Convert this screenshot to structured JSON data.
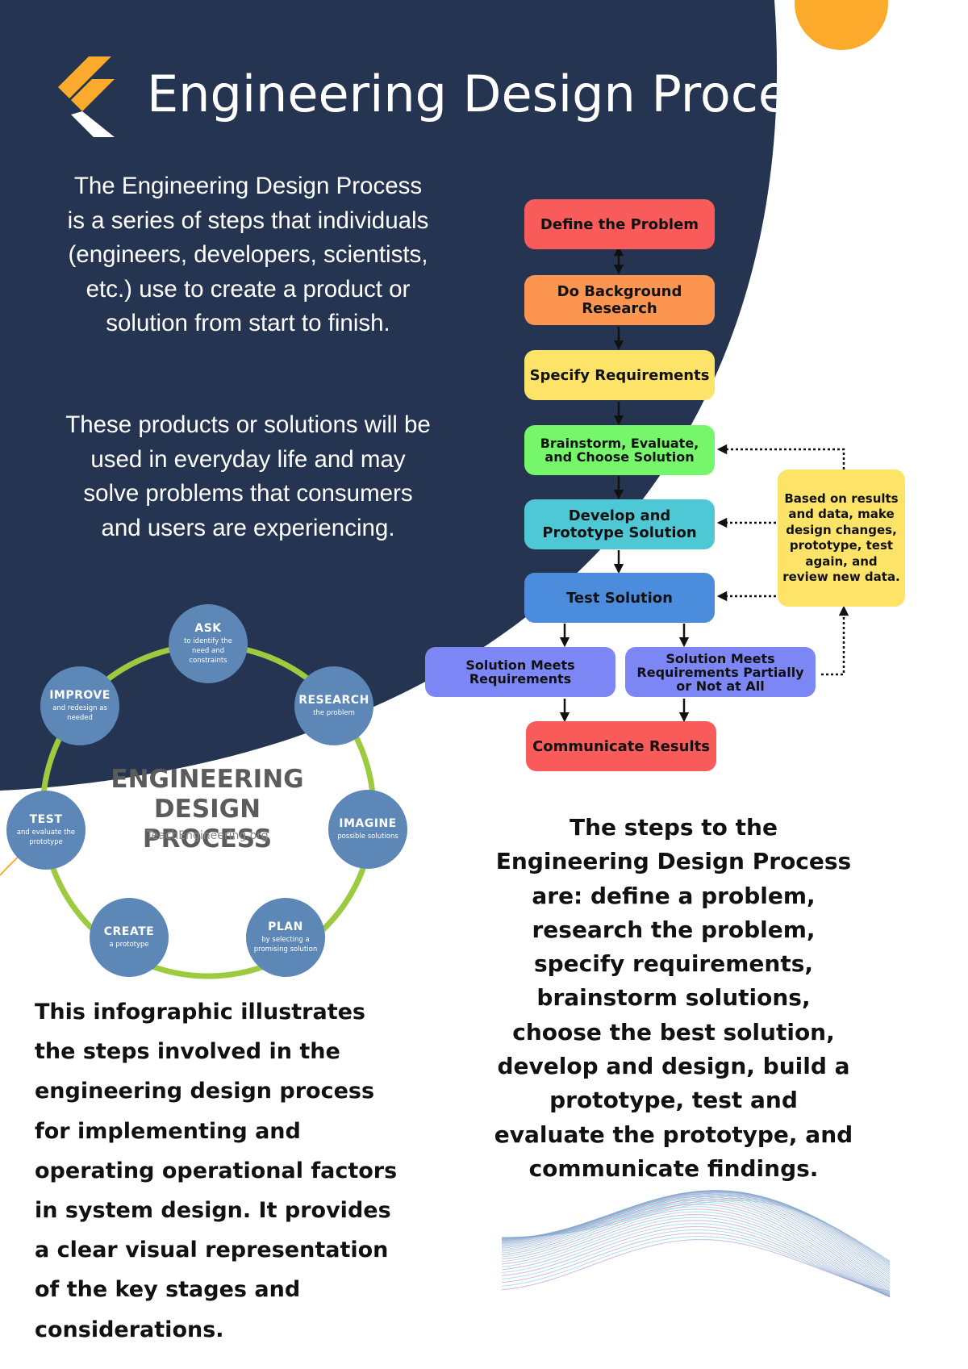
{
  "header": {
    "title": "Engineering Design Process"
  },
  "intro": {
    "paragraph1": "The Engineering Design Process is a series of steps that individuals (engineers, developers, scientists, etc.) use to create a product or solution from start to finish.",
    "paragraph2": "These products or solutions will be used in everyday life and may solve problems that consumers and users are experiencing."
  },
  "flowchart": {
    "steps": [
      {
        "label": "Define the Problem",
        "color": "#f95b5b"
      },
      {
        "label": "Do Background Research",
        "color": "#fb9550"
      },
      {
        "label": "Specify Requirements",
        "color": "#fde468"
      },
      {
        "label": "Brainstorm, Evaluate, and Choose Solution",
        "color": "#76f66a"
      },
      {
        "label": "Develop and Prototype Solution",
        "color": "#4ec8d5"
      },
      {
        "label": "Test Solution",
        "color": "#4b8ddc"
      },
      {
        "label": "Solution Meets Requirements",
        "color": "#7d86f5"
      },
      {
        "label": "Solution Meets Requirements Partially or Not at All",
        "color": "#7d86f5"
      },
      {
        "label": "Communicate Results",
        "color": "#f95b5b"
      }
    ],
    "feedback_note": "Based on results and data, make design changes, prototype, test again, and review new data.",
    "feedback_color": "#fde468"
  },
  "cycle": {
    "title": "ENGINEERING DESIGN PROCESS",
    "site": "TeachEngineering.org",
    "nodes": [
      {
        "label": "ASK",
        "sub": "to identify the need and constraints"
      },
      {
        "label": "RESEARCH",
        "sub": "the problem"
      },
      {
        "label": "IMAGINE",
        "sub": "possible solutions"
      },
      {
        "label": "PLAN",
        "sub": "by selecting a promising solution"
      },
      {
        "label": "CREATE",
        "sub": "a prototype"
      },
      {
        "label": "TEST",
        "sub": "and evaluate the prototype"
      },
      {
        "label": "IMPROVE",
        "sub": "and redesign as needed"
      }
    ],
    "ring_color": "#9dcb3f",
    "node_color": "#5d87b7"
  },
  "summary_left": "This infographic illustrates the steps involved in the engineering design process for implementing and operating operational factors in system design. It provides a clear visual representation of the key stages and considerations.",
  "summary_right": "The steps to the Engineering Design Process are: define a problem, research the problem, specify requirements, brainstorm solutions, choose the best solution, develop and design, build a prototype, test and evaluate the prototype, and communicate findings.",
  "colors": {
    "navy": "#253551",
    "orange": "#fcaa2c",
    "white": "#ffffff"
  }
}
